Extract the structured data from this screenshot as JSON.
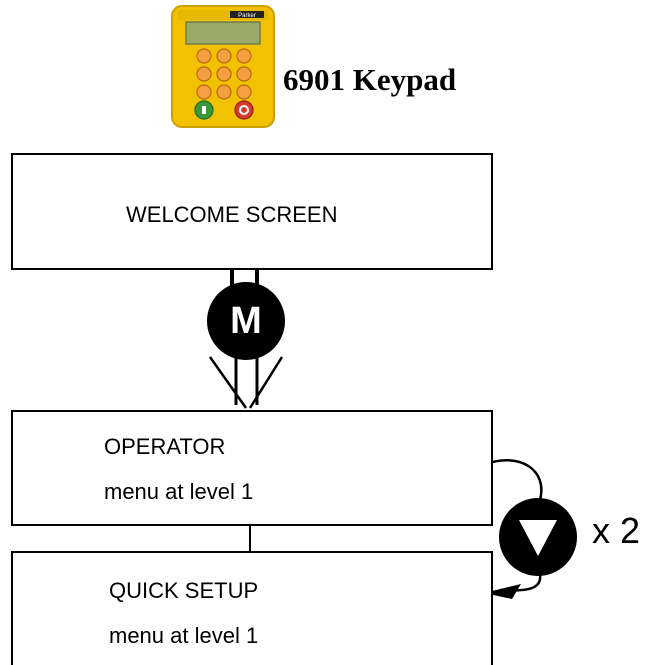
{
  "keypad": {
    "brand_text": "Parker",
    "title": "6901 Keypad"
  },
  "boxes": {
    "welcome": {
      "title": "WELCOME SCREEN"
    },
    "operator": {
      "title": "OPERATOR",
      "subtitle": "menu at level 1"
    },
    "quick_setup": {
      "title": "QUICK SETUP",
      "subtitle": "menu at level 1"
    }
  },
  "buttons": {
    "m_key": {
      "label": "M"
    },
    "down_key": {
      "icon": "down-triangle-icon",
      "repeat": "x 2"
    }
  },
  "colors": {
    "keypad_body": "#f2c200",
    "keypad_display": "#9aa86a",
    "keypad_key": "#f5a040",
    "green_key": "#3a9a3a",
    "red_key": "#d83a2a",
    "ink": "#000000"
  }
}
